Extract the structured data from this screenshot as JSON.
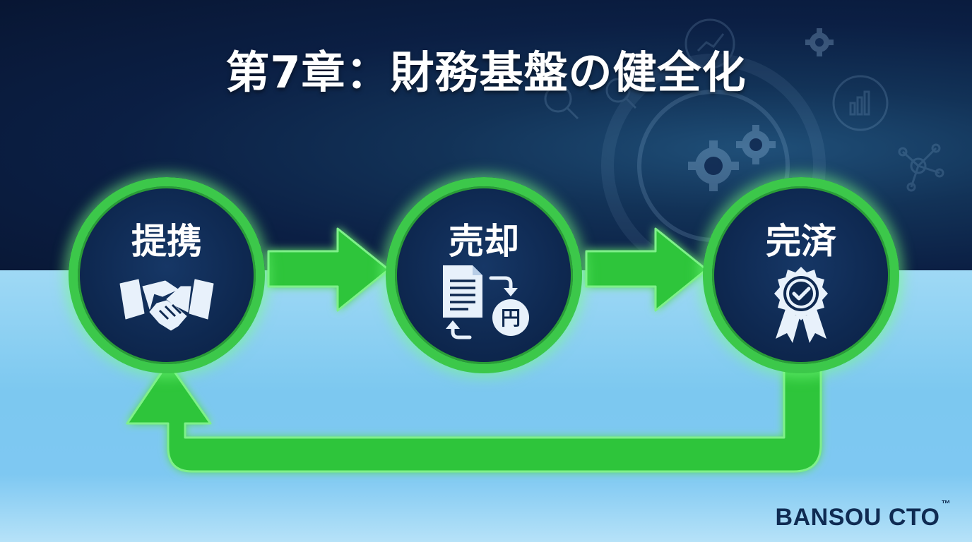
{
  "title": "第7章：財務基盤の健全化",
  "steps": [
    {
      "label": "提携",
      "icon": "handshake-icon"
    },
    {
      "label": "売却",
      "icon": "document-exchange-yen-icon",
      "icon_text": "円"
    },
    {
      "label": "完済",
      "icon": "award-badge-check-icon"
    }
  ],
  "brand": {
    "name": "BANSOU CTO",
    "tm": "™"
  },
  "colors": {
    "node_border": "#3cc84a",
    "arrow": "#2fc53a",
    "node_fill": "#0e2850",
    "top_background": "#0b1f44",
    "bottom_background": "#7cc8f0",
    "brand_text": "#0f2b52"
  }
}
